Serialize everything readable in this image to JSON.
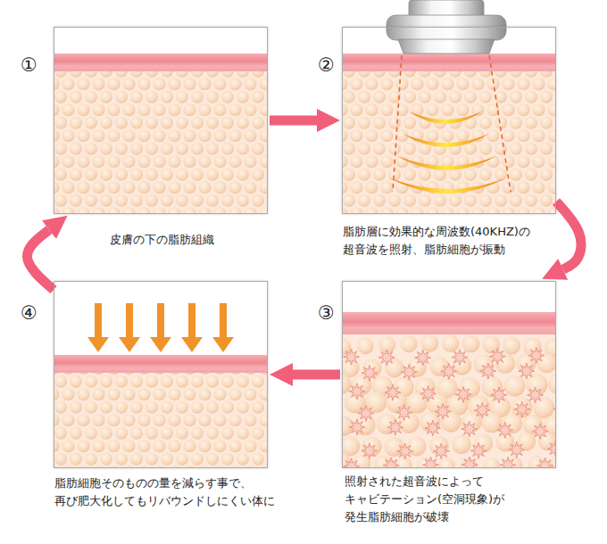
{
  "diagram": {
    "nodes": [
      {
        "text": [
          "①",
          "皮膚の下の脂肪組織"
        ]
      },
      {
        "text": [
          "②",
          "脂肪層に効果的な周波数(40KHZ)の 超音波を照射、脂肪細胞が振動"
        ]
      },
      {
        "text": [
          "③",
          "照射された超音波によって キャビテーション(空洞現象)が 発生脂肪細胞が破壊"
        ]
      },
      {
        "text": [
          "④",
          "脂肪細胞そのものの量を減らす事で、 再び肥大化してもリバウンドしにくい体に"
        ]
      }
    ],
    "edges": [
      {
        "from": 0,
        "to": 1,
        "arrow": "to"
      },
      {
        "from": 1,
        "to": 2,
        "arrow": "to"
      },
      {
        "from": 2,
        "to": 3,
        "arrow": "to"
      },
      {
        "from": 3,
        "to": 0,
        "arrow": "to"
      }
    ]
  }
}
